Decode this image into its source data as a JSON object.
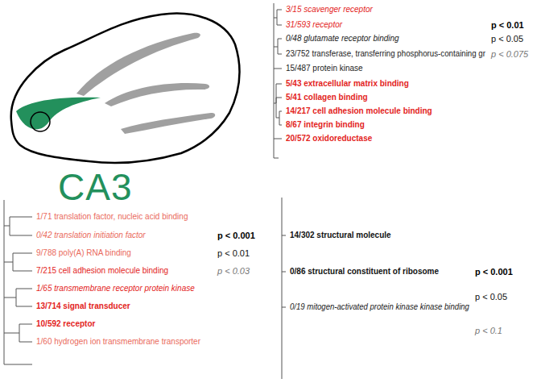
{
  "diagram": {
    "labels": [
      "CA3",
      "3/15 scavenger receptor",
      "31/593 receptor",
      "p < 0.01",
      "0/48 glutamate receptor binding",
      "p < 0.05",
      "23/752 transferase, transferring phosphorus-containing gr",
      "p < 0.075",
      "15/487 protein kinase",
      "5/43 extracellular matrix binding",
      "5/41 collagen binding",
      "14/217 cell adhesion molecule binding",
      "8/67 integrin binding",
      "20/572 oxidoreductase",
      "1/71 translation factor, nucleic acid binding",
      "0/42 translation initiation factor",
      "p < 0.001",
      "9/788 poly(A) RNA binding",
      "p < 0.01",
      "7/215 cell adhesion molecule binding",
      "p < 0.03",
      "1/65 transmembrane receptor protein kinase",
      "13/714 signal transducer",
      "10/592 receptor",
      "1/60 hydrogen ion transmembrane transporter",
      "14/302 structural molecule",
      "0/86 structural constituent of ribosome",
      "p < 0.001",
      "0/19 mitogen-activated protein kinase kinase binding",
      "p < 0.05",
      "p < 0.1"
    ]
  }
}
